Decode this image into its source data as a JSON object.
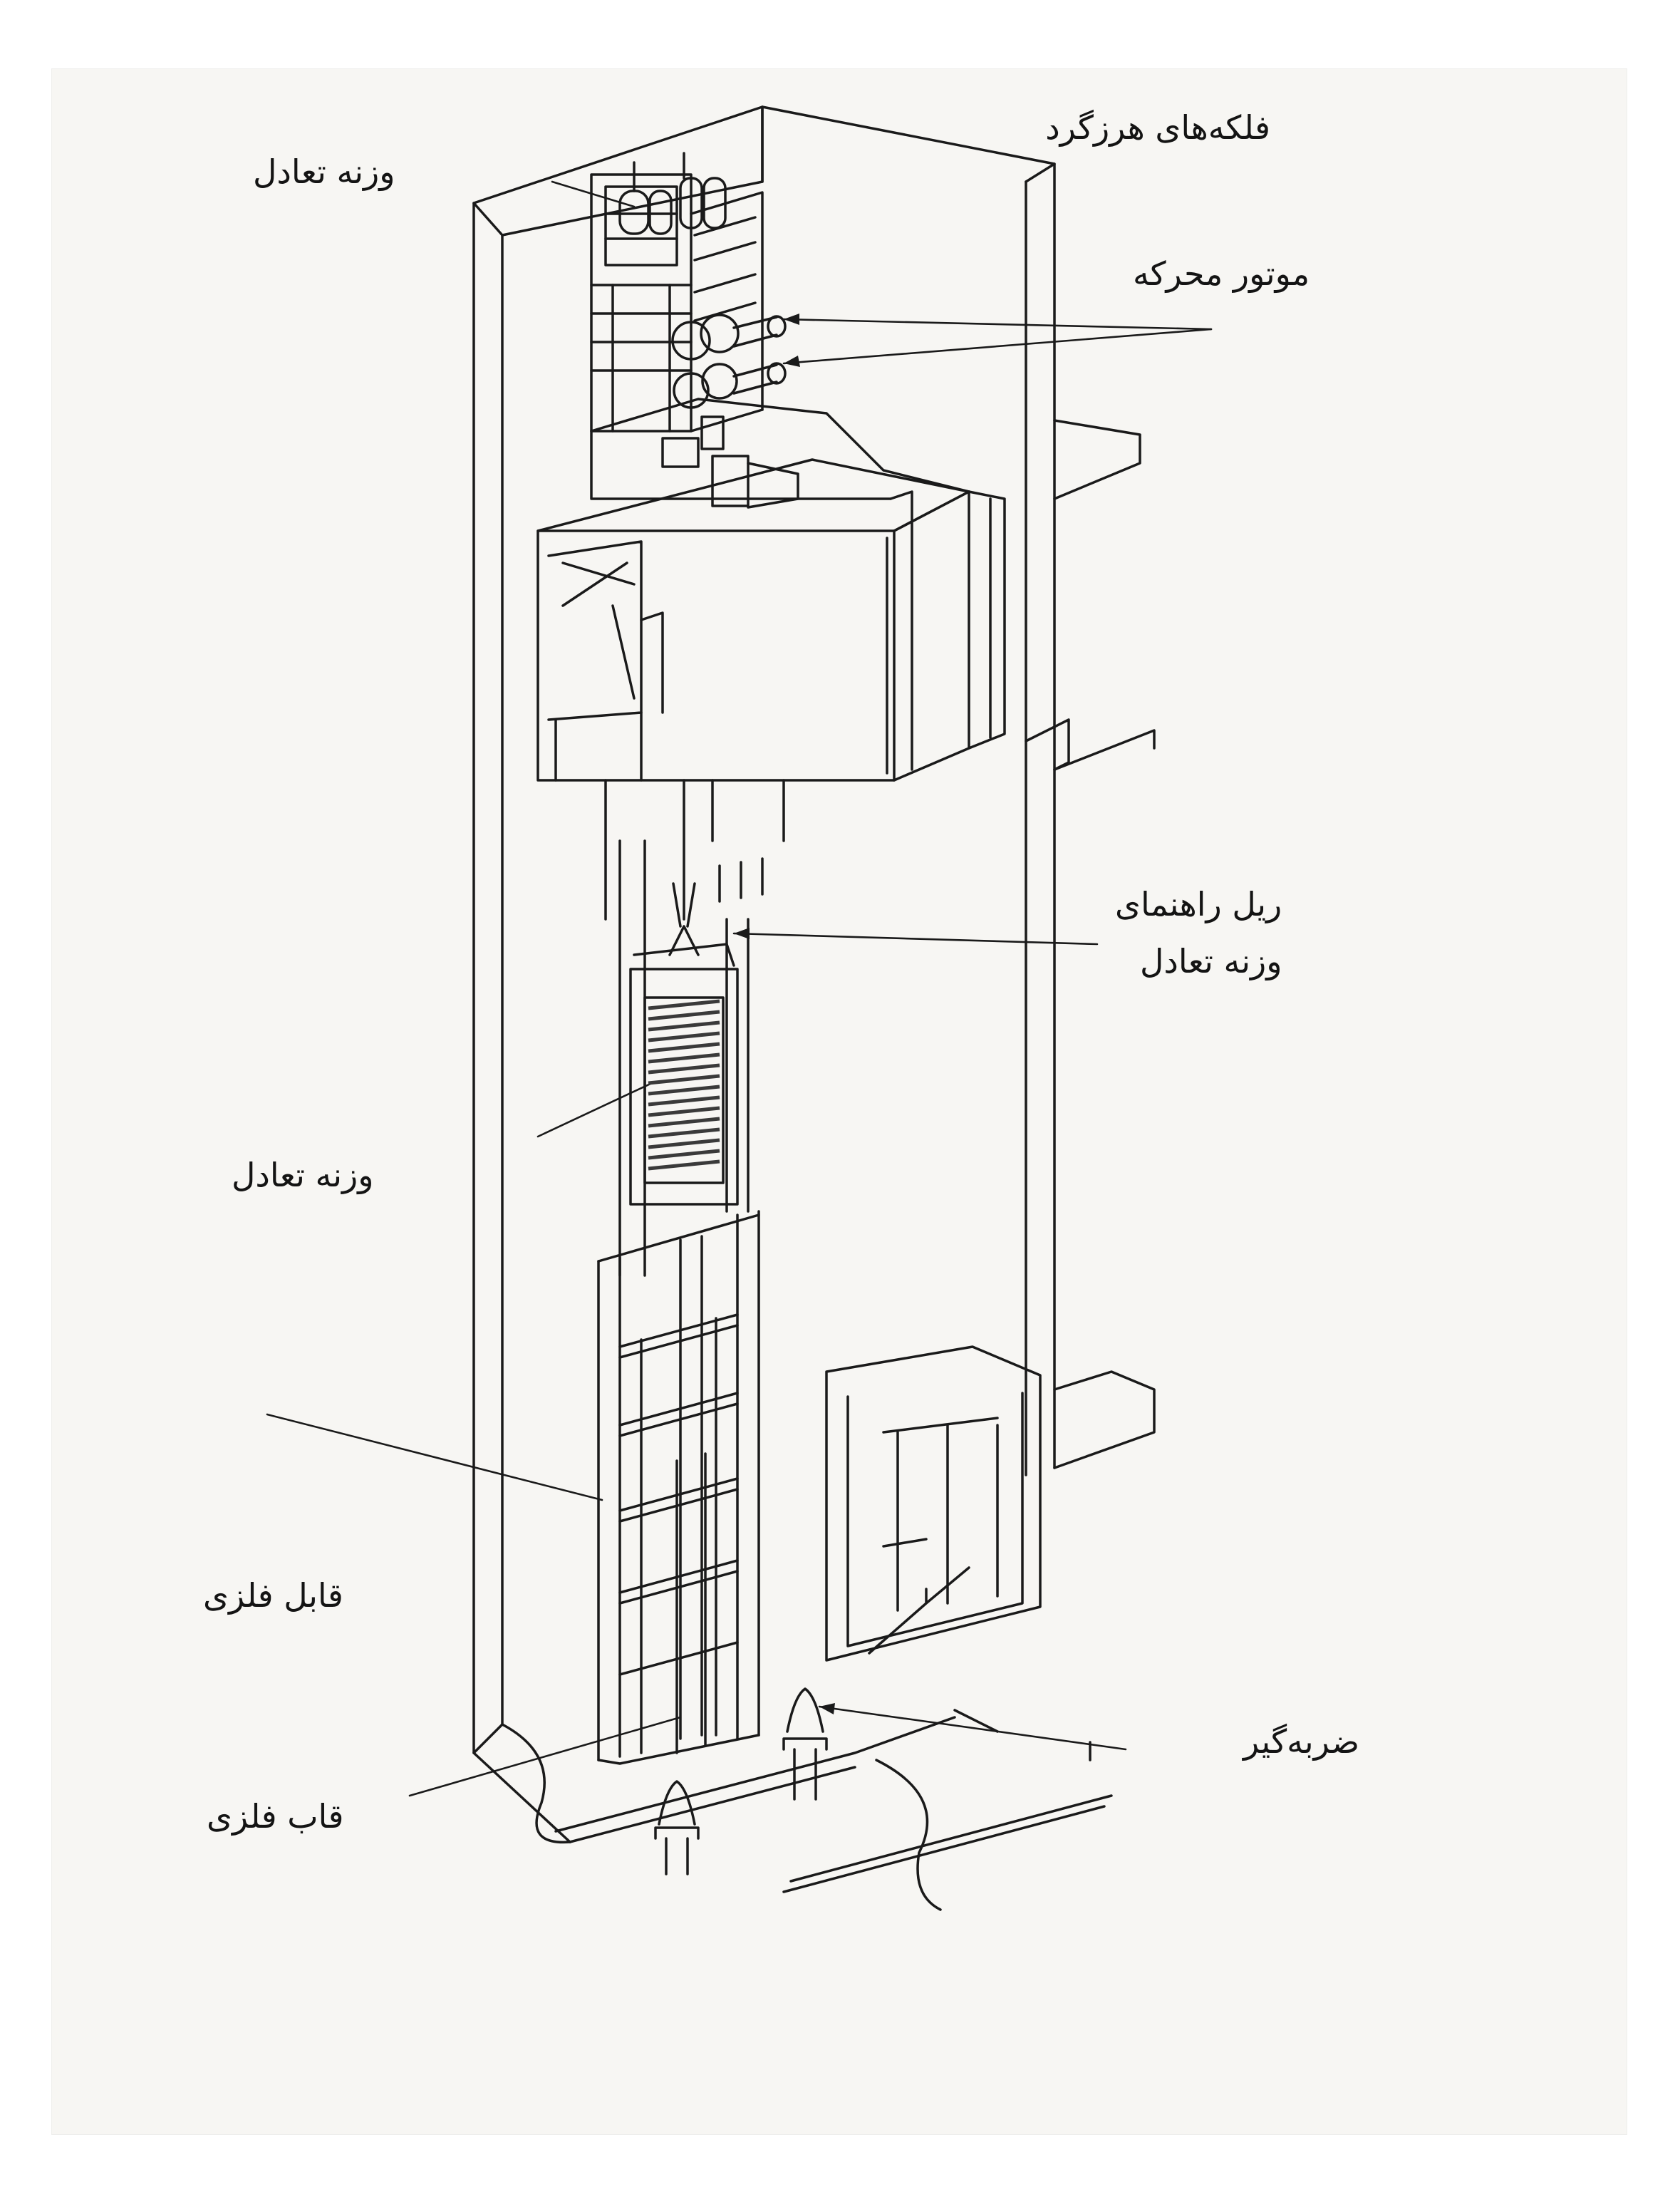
{
  "labels": {
    "counterweight_sheaves_l1": "فلکه‌های هرزگرد",
    "counterweight_sheaves_l2": "وزنه تعادل",
    "drive_motor": "موتور محرکه",
    "counterweight_rail_l1": "ریل راهنمای",
    "counterweight_rail_l2": "وزنه تعادل",
    "counterweight": "وزنه تعادل",
    "metal_cabin": "قابل فلزی",
    "buffer": "ضربه‌گیر",
    "metal_frame": "قاب فلزی"
  },
  "colors": {
    "paper": "#f7f6f3",
    "ink": "#1a1a1a",
    "weights": "#3a3a3a"
  }
}
